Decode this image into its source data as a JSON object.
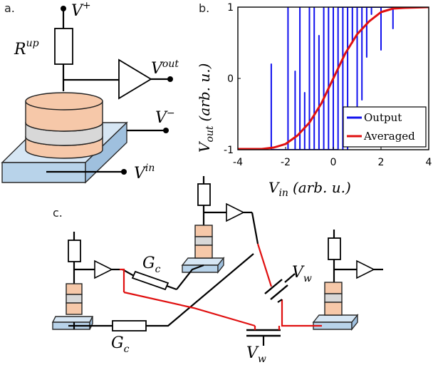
{
  "panels": {
    "a": {
      "label": "a.",
      "v_plus": "V",
      "v_plus_sup": "+",
      "r_up": "R",
      "r_up_sup": "up",
      "v_out": "V",
      "v_out_sup": "out",
      "v_minus": "V",
      "v_minus_sup": "−",
      "v_in": "V",
      "v_in_sup": "in"
    },
    "b": {
      "label": "b."
    },
    "c": {
      "label": "c.",
      "gc_top": "G",
      "gc_top_sub": "c",
      "gc_bottom": "G",
      "gc_bottom_sub": "c",
      "vw_right": "V",
      "vw_right_sub": "w",
      "vw_bottom": "V",
      "vw_bottom_sub": "w"
    }
  },
  "colors": {
    "output": "#1010ee",
    "averaged": "#e01010",
    "peach": "#f6c8a9",
    "grey": "#d8d8d8",
    "plate": "#b8d3ea"
  },
  "chart_data": {
    "type": "line",
    "xlabel": "V",
    "xlabel_sub": "in",
    "xlabel_units": "(arb. u.)",
    "ylabel": "V",
    "ylabel_sub": "out",
    "ylabel_units": "(arb. u.)",
    "xlim": [
      -4,
      4
    ],
    "ylim": [
      -1,
      1
    ],
    "x_ticks": [
      "-4",
      "-2",
      "0",
      "2",
      "4"
    ],
    "y_ticks": [
      "-1",
      "0",
      "1"
    ],
    "legend": "bottom-right",
    "series": [
      {
        "name": "Output",
        "color": "#1010ee",
        "x": [
          -2.6,
          -2.6,
          -2.6,
          -1.9,
          -1.9,
          -1.9,
          -1.6,
          -1.6,
          -1.6,
          -1.4,
          -1.4,
          -1.4,
          -1.2,
          -1.2,
          -1.2,
          -1.0,
          -1.0,
          -1.0,
          -0.8,
          -0.8,
          -0.8,
          -0.6,
          -0.6,
          -0.6,
          -0.4,
          -0.4,
          -0.4,
          -0.2,
          -0.2,
          -0.2,
          0.0,
          0.0,
          0.0,
          0.2,
          0.2,
          0.2,
          0.4,
          0.4,
          0.4,
          0.6,
          0.6,
          0.6,
          0.8,
          0.8,
          0.8,
          1.0,
          1.0,
          1.0,
          1.2,
          1.2,
          1.2,
          1.4,
          1.4,
          1.4,
          1.6,
          1.6,
          1.6,
          2.0,
          2.0,
          2.0,
          2.5,
          2.5,
          2.5
        ],
        "y": [
          -1,
          0.2,
          -1,
          -1,
          1,
          -1,
          -1,
          0.1,
          -1,
          -1,
          1,
          -1,
          -1,
          -0.2,
          -1,
          -1,
          1,
          -1,
          -1,
          1,
          -1,
          -1,
          0.6,
          -1,
          -1,
          1,
          -1,
          -1,
          1,
          -1,
          -1,
          1,
          -1,
          -1,
          1,
          1,
          1,
          -1,
          1,
          1,
          -1,
          1,
          1,
          0.5,
          1,
          1,
          -0.6,
          1,
          1,
          -0.3,
          1,
          1,
          0.3,
          1,
          1,
          0.9,
          1,
          1,
          0.4,
          1,
          1,
          0.7,
          1
        ]
      },
      {
        "name": "Averaged",
        "color": "#e01010",
        "x": [
          -4,
          -3,
          -2.5,
          -2,
          -1.5,
          -1,
          -0.5,
          0,
          0.5,
          1,
          1.5,
          2,
          2.5,
          3,
          4
        ],
        "y": [
          -0.99,
          -0.99,
          -0.97,
          -0.92,
          -0.8,
          -0.62,
          -0.35,
          0,
          0.35,
          0.62,
          0.8,
          0.93,
          0.98,
          0.99,
          1.0
        ]
      }
    ]
  }
}
